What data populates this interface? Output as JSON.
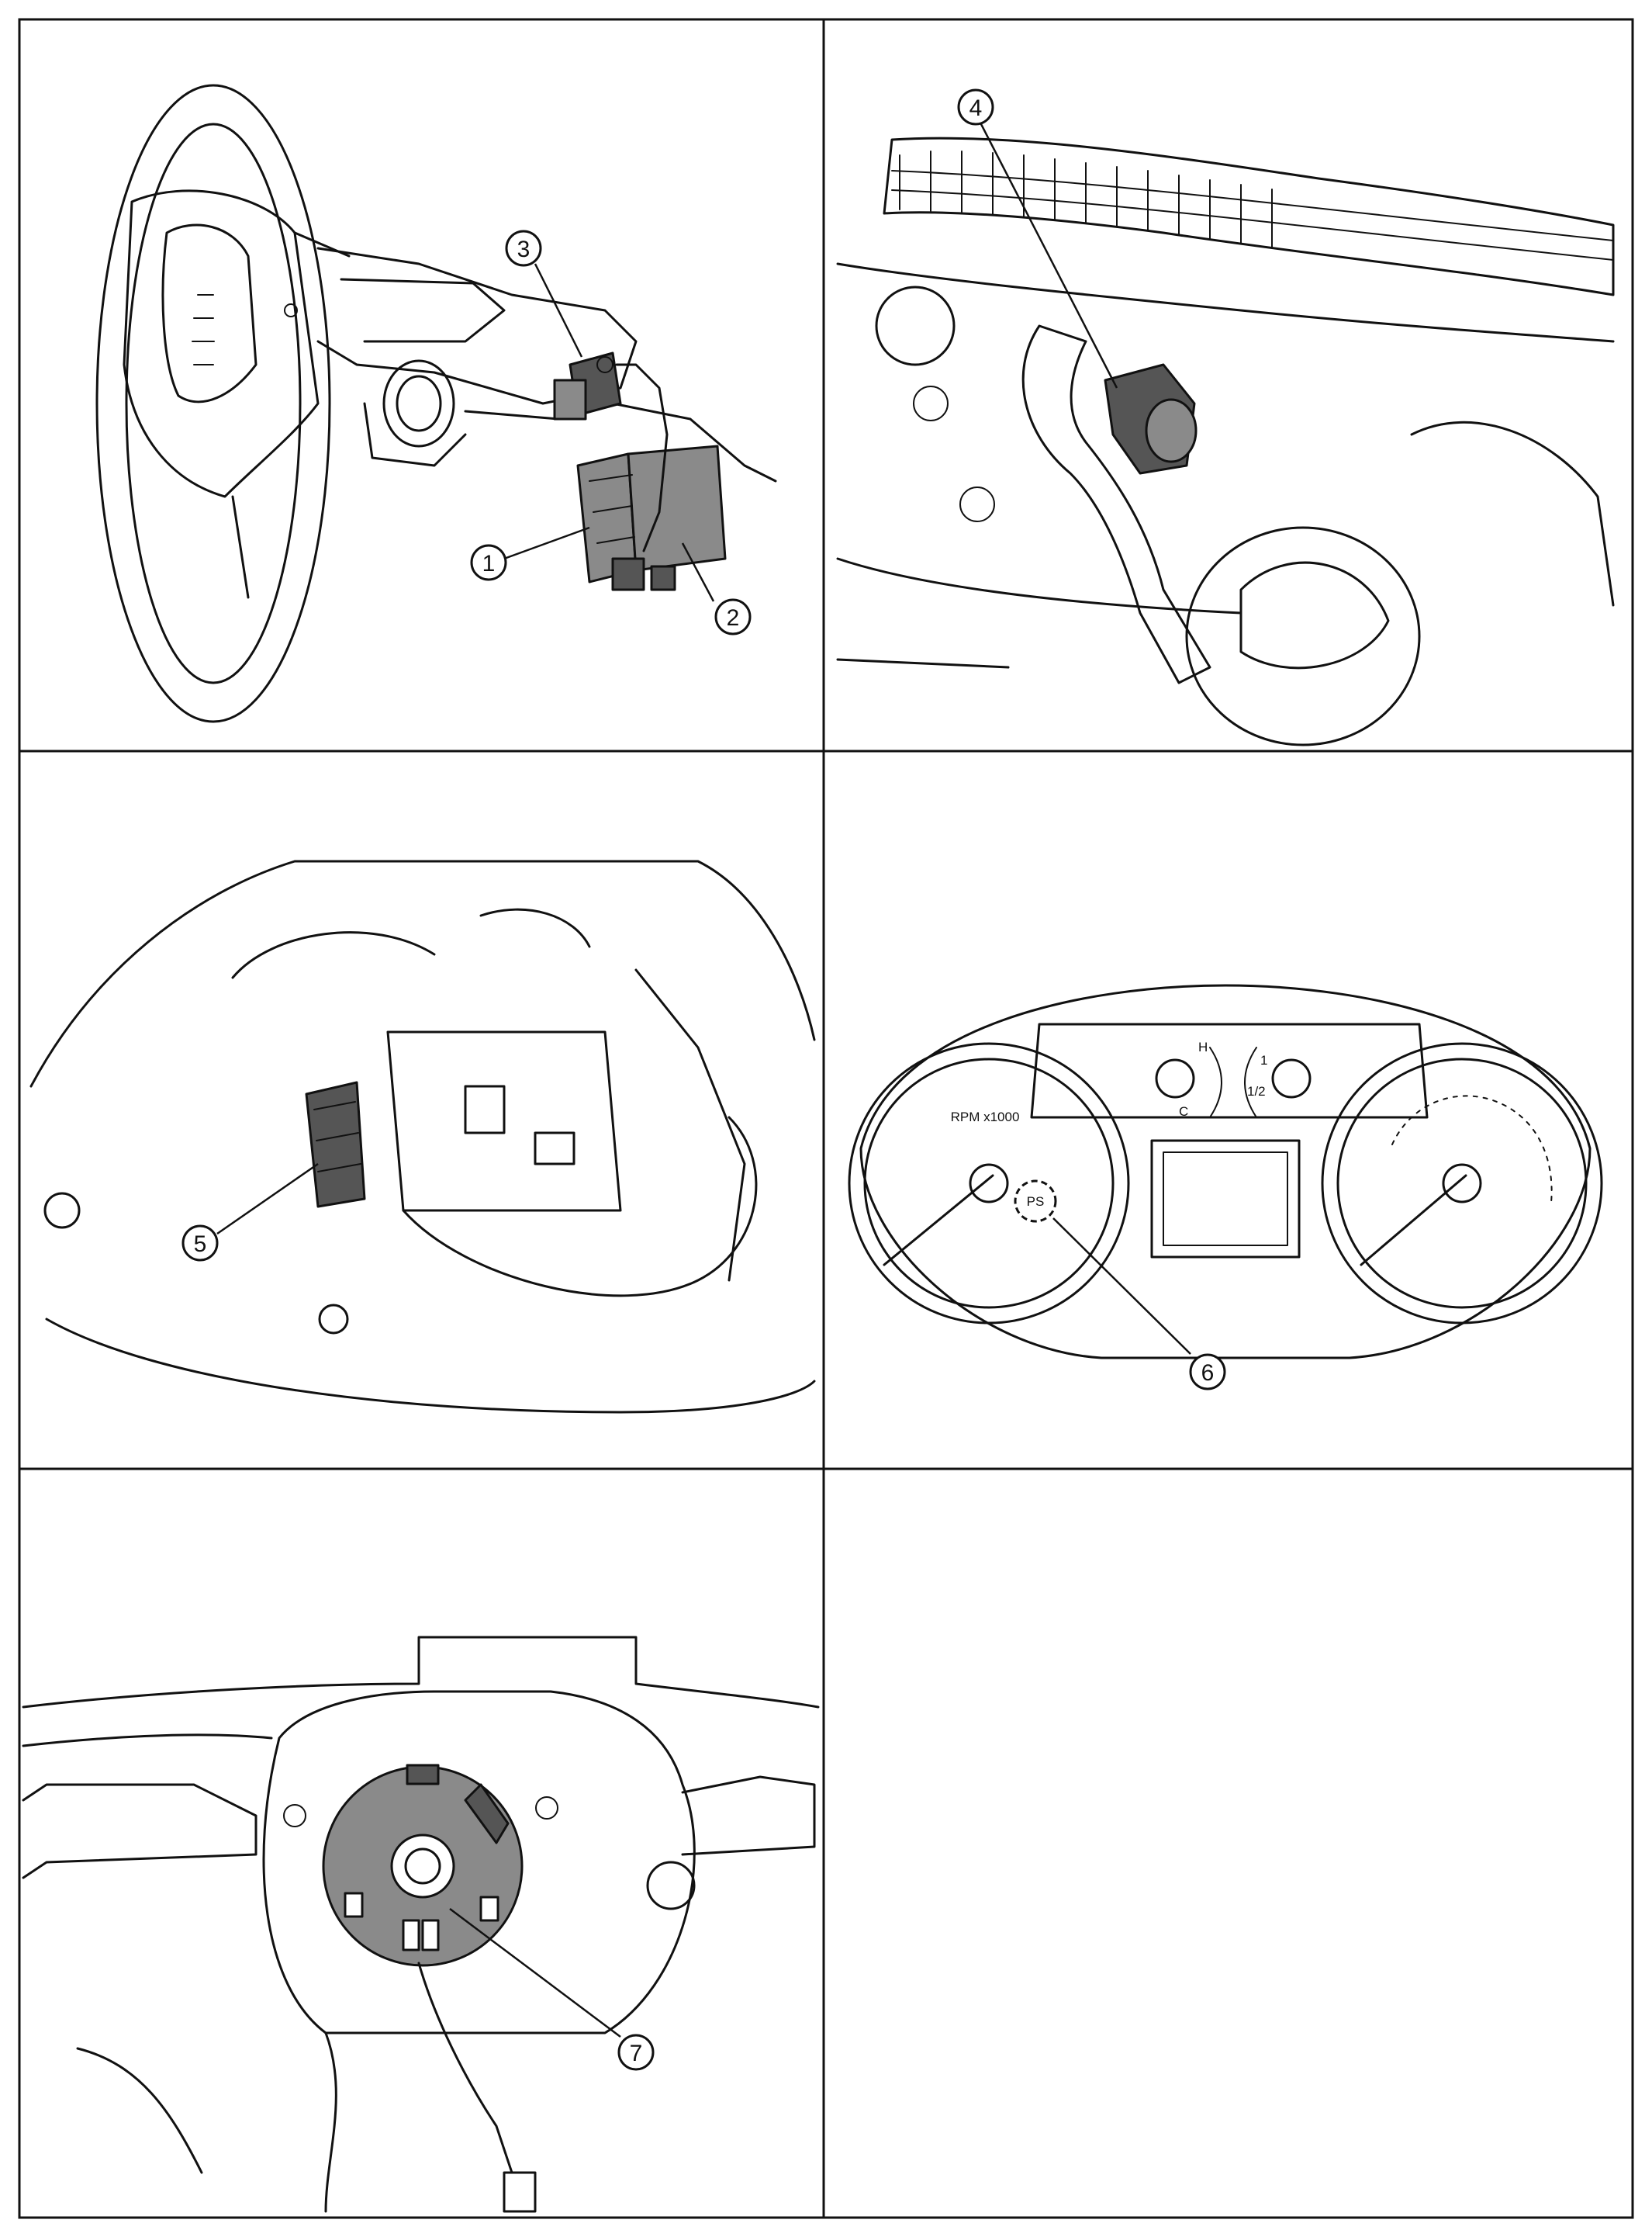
{
  "panels": [
    {
      "id": "steering-column",
      "callouts": [
        "1",
        "2",
        "3"
      ]
    },
    {
      "id": "cowl-area",
      "callouts": [
        "4"
      ]
    },
    {
      "id": "engine-compartment",
      "callouts": [
        "5"
      ]
    },
    {
      "id": "combination-meter",
      "callouts": [
        "6"
      ],
      "dial_text": {
        "rpm": "RPM x1000",
        "ps": "PS",
        "temp_high": "H",
        "temp_cold": "C",
        "fuel_full": "1",
        "fuel_half": "1/2"
      }
    },
    {
      "id": "spiral-cable",
      "callouts": [
        "7"
      ]
    },
    {
      "id": "empty-panel",
      "callouts": []
    }
  ],
  "colors": {
    "line": "#111111",
    "highlight": "#8a8a8a",
    "background": "#ffffff"
  }
}
